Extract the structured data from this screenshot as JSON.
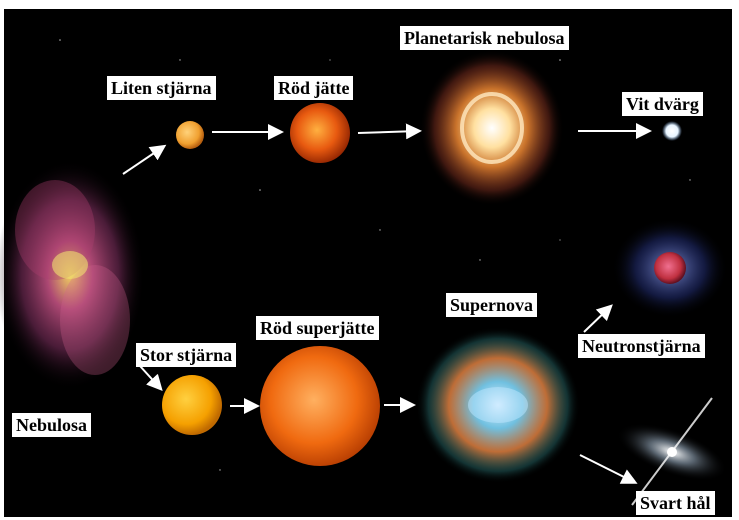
{
  "labels": {
    "nebulosa": "Nebulosa",
    "liten_stjarna": "Liten stjärna",
    "rod_jatte": "Röd jätte",
    "planetarisk_nebulosa": "Planetarisk nebulosa",
    "vit_dvarg": "Vit dvärg",
    "stor_stjarna": "Stor stjärna",
    "rod_superjatte": "Röd superjätte",
    "supernova": "Supernova",
    "neutronstjarna": "Neutronstjärna",
    "svart_hal": "Svart hål"
  },
  "colors": {
    "background": "#000000",
    "frame": "#ffffff",
    "arrow": "#ffffff",
    "label_bg": "#ffffff",
    "label_text": "#000000",
    "small_star": "#f0a030",
    "red_giant": "#e85a10",
    "big_star": "#f5a000",
    "red_supergiant": "#f06a10",
    "white_dwarf": "#e8f4ff",
    "neutron_star": "#c03040"
  }
}
